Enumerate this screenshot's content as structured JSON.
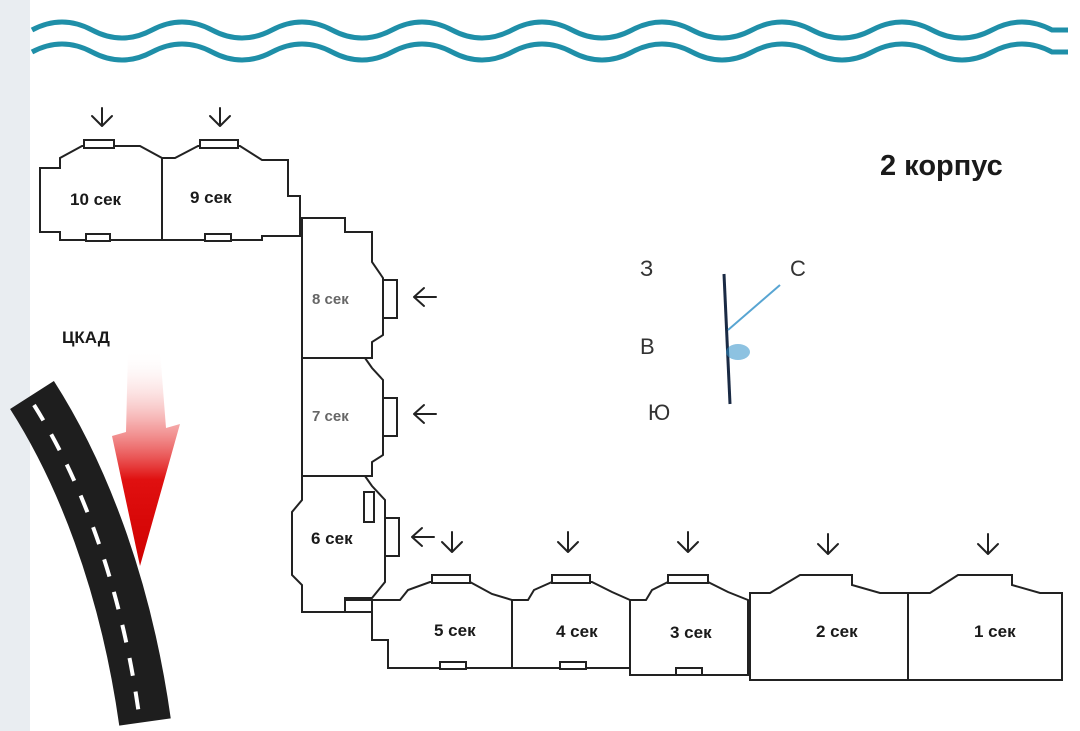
{
  "title": "2 корпус",
  "road_label": "ЦКАД",
  "sections": [
    {
      "id": 1,
      "label": "1 сек"
    },
    {
      "id": 2,
      "label": "2 сек"
    },
    {
      "id": 3,
      "label": "3 сек"
    },
    {
      "id": 4,
      "label": "4 сек"
    },
    {
      "id": 5,
      "label": "5 сек"
    },
    {
      "id": 6,
      "label": "6 сек"
    },
    {
      "id": 7,
      "label": "7 сек"
    },
    {
      "id": 8,
      "label": "8 сек"
    },
    {
      "id": 9,
      "label": "9 сек"
    },
    {
      "id": 10,
      "label": "10 сек"
    }
  ],
  "compass": {
    "north": "С",
    "south": "Ю",
    "east": "В",
    "west": "З"
  },
  "colors": {
    "water": "#1f8fa8",
    "road": "#1e1e1e",
    "arrow_red": "#e01010",
    "compass_accent": "#2f8fc8"
  }
}
